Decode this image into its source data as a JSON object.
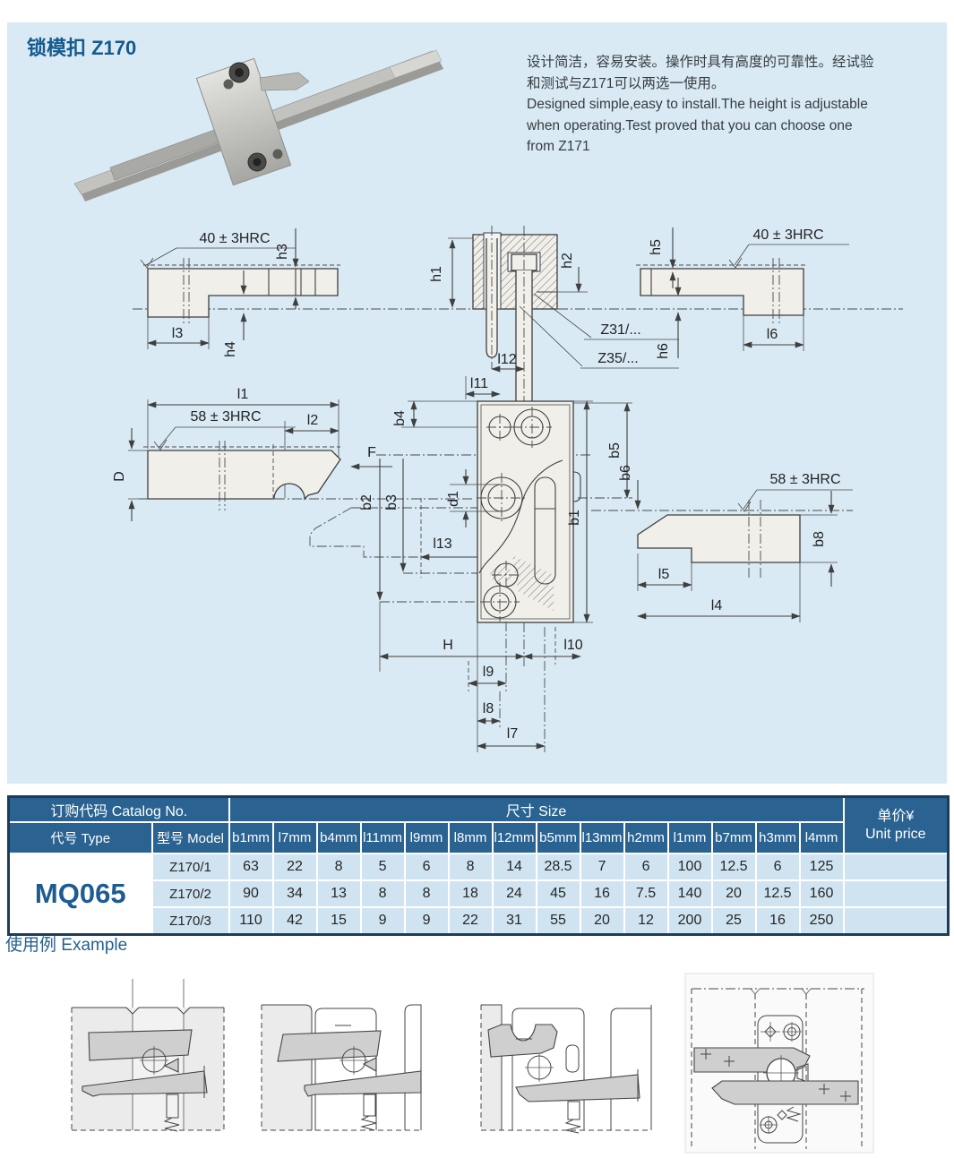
{
  "page": {
    "title": "锁模扣 Z170",
    "description_zh_1": "设计简洁，容易安装。操作时具有高度的可靠性。经试验",
    "description_zh_2": "和测试与Z171可以两选一使用。",
    "description_en_1": "Designed simple,easy to install.The height is adjustable",
    "description_en_2": "when operating.Test proved that you can choose one",
    "description_en_3": "from Z171",
    "example_heading": "使用例 Example"
  },
  "colors": {
    "accent_blue": "#155a8e",
    "panel_bg": "#d9eaf4",
    "table_header_bg": "#2a6391",
    "table_row_bg": "#cfe4f0"
  },
  "drawing": {
    "labels": {
      "hardness40_left": "40 ± 3HRC",
      "hardness40_right": "40 ± 3HRC",
      "hardness58_left": "58 ± 3HRC",
      "hardness58_right": "58 ± 3HRC",
      "h1": "h1",
      "h2": "h2",
      "h3": "h3",
      "h4": "h4",
      "h5": "h5",
      "h6": "h6",
      "l1": "l1",
      "l2": "l2",
      "l3": "l3",
      "l4": "l4",
      "l5": "l5",
      "l6": "l6",
      "l7": "l7",
      "l8": "l8",
      "l9": "l9",
      "l10": "l10",
      "l11": "l11",
      "l12": "l12",
      "l13": "l13",
      "b1": "b1",
      "b2": "b2",
      "b3": "b3",
      "b4": "b4",
      "b5": "b5",
      "b6": "b6",
      "b8": "b8",
      "d1": "d1",
      "D": "D",
      "F": "F",
      "H": "H",
      "z31": "Z31/...",
      "z35": "Z35/..."
    }
  },
  "table": {
    "header": {
      "catalog_no": "订购代码 Catalog No.",
      "size": "尺寸 Size",
      "unit_price_line1": "单价¥",
      "unit_price_line2": "Unit price",
      "type": "代号 Type",
      "model": "型号 Model",
      "dims": [
        "b1mm",
        "l7mm",
        "b4mm",
        "l11mm",
        "l9mm",
        "l8mm",
        "l12mm",
        "b5mm",
        "l13mm",
        "h2mm",
        "l1mm",
        "b7mm",
        "h3mm",
        "l4mm"
      ]
    },
    "type_value": "MQ065",
    "rows": [
      {
        "model": "Z170/1",
        "values": [
          "63",
          "22",
          "8",
          "5",
          "6",
          "8",
          "14",
          "28.5",
          "7",
          "6",
          "100",
          "12.5",
          "6",
          "125"
        ],
        "unit_price": ""
      },
      {
        "model": "Z170/2",
        "values": [
          "90",
          "34",
          "13",
          "8",
          "8",
          "18",
          "24",
          "45",
          "16",
          "7.5",
          "140",
          "20",
          "12.5",
          "160"
        ],
        "unit_price": ""
      },
      {
        "model": "Z170/3",
        "values": [
          "110",
          "42",
          "15",
          "9",
          "9",
          "22",
          "31",
          "55",
          "20",
          "12",
          "200",
          "25",
          "16",
          "250"
        ],
        "unit_price": ""
      }
    ]
  }
}
